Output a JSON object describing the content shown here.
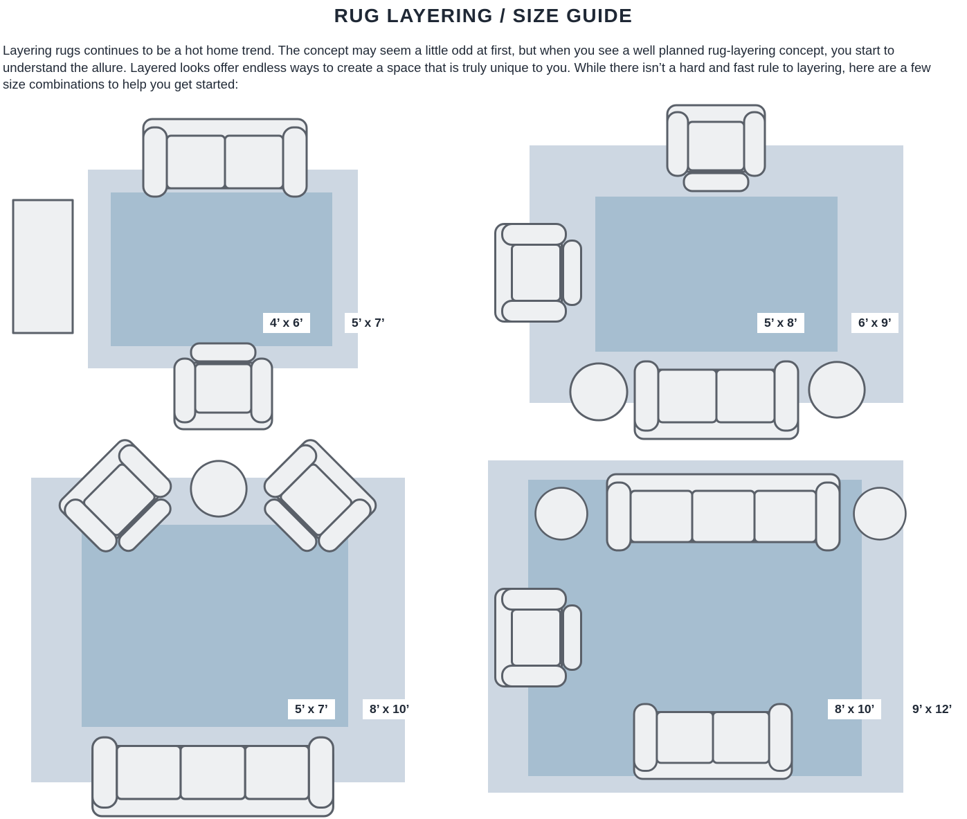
{
  "page": {
    "title": "RUG LAYERING / SIZE GUIDE",
    "intro": "Layering rugs continues to be a hot home trend. The concept may seem a little odd at first, but when you see a well planned rug-layering concept, you start to understand the allure. Layered looks offer endless ways to create a space that is truly unique to you. While there isn’t a hard and fast rule to layering, here are a few size combinations to help you get started:"
  },
  "colors": {
    "outer_rug": "#cdd7e2",
    "inner_rug": "#a6bed0",
    "furniture_fill": "#eef0f2",
    "furniture_stroke": "#5a6069",
    "text": "#1f2835",
    "label_bg": "#ffffff"
  },
  "layouts": [
    {
      "name": "sofa-with-accent-chair",
      "inner_rug_size": "4’ x 6’",
      "outer_rug_size": "5’ x 7’",
      "furniture": [
        "sofa",
        "console-table",
        "accent-chair"
      ]
    },
    {
      "name": "two-chairs-and-sofa",
      "inner_rug_size": "5’ x 8’",
      "outer_rug_size": "6’ x 9’",
      "furniture": [
        "accent-chair",
        "accent-chair",
        "sofa",
        "round-ottoman",
        "round-ottoman"
      ]
    },
    {
      "name": "angled-chairs-and-sofa",
      "inner_rug_size": "5’ x 7’",
      "outer_rug_size": "8’ x 10’",
      "furniture": [
        "accent-chair",
        "accent-chair",
        "round-ottoman",
        "sofa"
      ]
    },
    {
      "name": "full-seating-group",
      "inner_rug_size": "8’ x 10’",
      "outer_rug_size": "9’ x 12’",
      "furniture": [
        "sofa",
        "round-ottoman",
        "round-ottoman",
        "accent-chair",
        "loveseat"
      ]
    }
  ]
}
